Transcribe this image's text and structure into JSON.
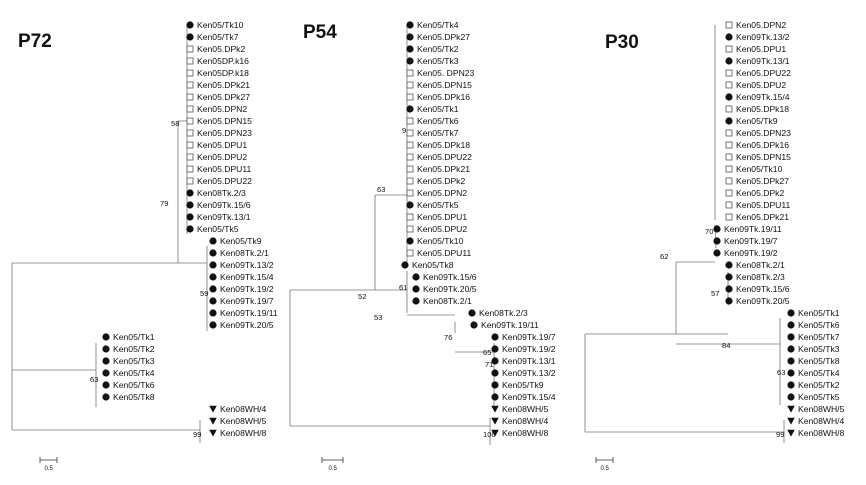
{
  "panels": [
    {
      "id": "P72",
      "title": "P72",
      "leaves": [
        {
          "label": "Ken05/Tk10",
          "marker": "circle"
        },
        {
          "label": "Ken05/Tk7",
          "marker": "circle"
        },
        {
          "label": "Ken05.DPk2",
          "marker": "square"
        },
        {
          "label": "Ken05DP.k16",
          "marker": "square"
        },
        {
          "label": "Ken05DP.k18",
          "marker": "square"
        },
        {
          "label": "Ken05.DPk21",
          "marker": "square"
        },
        {
          "label": "Ken05.DPk27",
          "marker": "square"
        },
        {
          "label": "Ken05.DPN2",
          "marker": "square"
        },
        {
          "label": "Ken05.DPN15",
          "marker": "square"
        },
        {
          "label": "Ken05.DPN23",
          "marker": "square"
        },
        {
          "label": "Ken05.DPU1",
          "marker": "square"
        },
        {
          "label": "Ken05.DPU2",
          "marker": "square"
        },
        {
          "label": "Ken05.DPU11",
          "marker": "square"
        },
        {
          "label": "Ken05.DPU22",
          "marker": "square"
        },
        {
          "label": "Ken08Tk.2/3",
          "marker": "circle"
        },
        {
          "label": "Ken09Tk.15/6",
          "marker": "circle"
        },
        {
          "label": "Ken09Tk.13/1",
          "marker": "circle"
        },
        {
          "label": "Ken05/Tk5",
          "marker": "circle"
        },
        {
          "label": "Ken05/Tk9",
          "marker": "circle"
        },
        {
          "label": "Ken08Tk.2/1",
          "marker": "circle"
        },
        {
          "label": "Ken09Tk.13/2",
          "marker": "circle"
        },
        {
          "label": "Ken09Tk.15/4",
          "marker": "circle"
        },
        {
          "label": "Ken09Tk.19/2",
          "marker": "circle"
        },
        {
          "label": "Ken09Tk.19/7",
          "marker": "circle"
        },
        {
          "label": "Ken09Tk.19/11",
          "marker": "circle"
        },
        {
          "label": "Ken09Tk.20/5",
          "marker": "circle"
        },
        {
          "label": "Ken05/Tk1",
          "marker": "circle"
        },
        {
          "label": "Ken05/Tk2",
          "marker": "circle"
        },
        {
          "label": "Ken05/Tk3",
          "marker": "circle"
        },
        {
          "label": "Ken05/Tk4",
          "marker": "circle"
        },
        {
          "label": "Ken05/Tk6",
          "marker": "circle"
        },
        {
          "label": "Ken05/Tk8",
          "marker": "circle"
        },
        {
          "label": "Ken08WH/4",
          "marker": "triangle"
        },
        {
          "label": "Ken08WH/5",
          "marker": "triangle"
        },
        {
          "label": "Ken08WH/8",
          "marker": "triangle"
        }
      ],
      "bootstrap": [
        "58",
        "79",
        "59",
        "63",
        "99"
      ],
      "scale_label": "0.5"
    },
    {
      "id": "P54",
      "title": "P54",
      "leaves": [
        {
          "label": "Ken05/Tk4",
          "marker": "circle"
        },
        {
          "label": "Ken05.DPk27",
          "marker": "circle"
        },
        {
          "label": "Ken05/Tk2",
          "marker": "circle"
        },
        {
          "label": "Ken05/Tk3",
          "marker": "circle"
        },
        {
          "label": "Ken05. DPN23",
          "marker": "square"
        },
        {
          "label": "Ken05.DPN15",
          "marker": "square"
        },
        {
          "label": "Ken05.DPk16",
          "marker": "square"
        },
        {
          "label": "Ken05/Tk1",
          "marker": "circle"
        },
        {
          "label": "Ken05/Tk6",
          "marker": "square"
        },
        {
          "label": "Ken05/Tk7",
          "marker": "square"
        },
        {
          "label": "Ken05.DPk18",
          "marker": "square"
        },
        {
          "label": "Ken05.DPU22",
          "marker": "square"
        },
        {
          "label": "Ken05.DPk21",
          "marker": "square"
        },
        {
          "label": "Ken05.DPk2",
          "marker": "square"
        },
        {
          "label": "Ken05.DPN2",
          "marker": "square"
        },
        {
          "label": "Ken05/Tk5",
          "marker": "circle"
        },
        {
          "label": "Ken05.DPU1",
          "marker": "square"
        },
        {
          "label": "Ken05.DPU2",
          "marker": "square"
        },
        {
          "label": "Ken05/Tk10",
          "marker": "circle"
        },
        {
          "label": "Ken05.DPU11",
          "marker": "square"
        },
        {
          "label": "Ken05/Tk8",
          "marker": "circle"
        },
        {
          "label": "Ken09Tk.15/6",
          "marker": "circle"
        },
        {
          "label": "Ken09Tk.20/5",
          "marker": "circle"
        },
        {
          "label": "Ken08Tk.2/1",
          "marker": "circle"
        },
        {
          "label": "Ken08Tk.2/3",
          "marker": "circle"
        },
        {
          "label": "Ken09Tk.19/11",
          "marker": "circle"
        },
        {
          "label": "Ken09Tk.19/7",
          "marker": "circle"
        },
        {
          "label": "Ken09Tk.19/2",
          "marker": "circle"
        },
        {
          "label": "Ken09Tk.13/1",
          "marker": "circle"
        },
        {
          "label": "Ken09Tk.13/2",
          "marker": "circle"
        },
        {
          "label": "Ken05/Tk9",
          "marker": "circle"
        },
        {
          "label": "Ken09Tk.15/4",
          "marker": "circle"
        },
        {
          "label": "Ken08WH/5",
          "marker": "triangle"
        },
        {
          "label": "Ken08WH/4",
          "marker": "triangle"
        },
        {
          "label": "Ken08WH/8",
          "marker": "triangle"
        }
      ],
      "bootstrap": [
        "9",
        "63",
        "61",
        "52",
        "53",
        "76",
        "65",
        "71",
        "100"
      ],
      "scale_label": "0.5"
    },
    {
      "id": "P30",
      "title": "P30",
      "leaves": [
        {
          "label": "Ken05.DPN2",
          "marker": "square"
        },
        {
          "label": "Ken09Tk.13/2",
          "marker": "circle"
        },
        {
          "label": "Ken05.DPU1",
          "marker": "square"
        },
        {
          "label": "Ken09Tk.13/1",
          "marker": "circle"
        },
        {
          "label": "Ken05.DPU22",
          "marker": "square"
        },
        {
          "label": "Ken05.DPU2",
          "marker": "square"
        },
        {
          "label": "Ken09Tk.15/4",
          "marker": "circle"
        },
        {
          "label": "Ken05.DPk18",
          "marker": "square"
        },
        {
          "label": "Ken05/Tk9",
          "marker": "circle"
        },
        {
          "label": "Ken05.DPN23",
          "marker": "square"
        },
        {
          "label": "Ken05.DPk16",
          "marker": "square"
        },
        {
          "label": "Ken05.DPN15",
          "marker": "square"
        },
        {
          "label": "Ken05/Tk10",
          "marker": "square"
        },
        {
          "label": "Ken05.DPk27",
          "marker": "square"
        },
        {
          "label": "Ken05.DPk2",
          "marker": "square"
        },
        {
          "label": "Ken05.DPU11",
          "marker": "square"
        },
        {
          "label": "Ken05.DPk21",
          "marker": "square"
        },
        {
          "label": "Ken09Tk.19/11",
          "marker": "circle"
        },
        {
          "label": "Ken09Tk.19/7",
          "marker": "circle"
        },
        {
          "label": "Ken09Tk.19/2",
          "marker": "circle"
        },
        {
          "label": "Ken08Tk.2/1",
          "marker": "circle"
        },
        {
          "label": "Ken08Tk.2/3",
          "marker": "circle"
        },
        {
          "label": "Ken09Tk.15/6",
          "marker": "circle"
        },
        {
          "label": "Ken09Tk.20/5",
          "marker": "circle"
        },
        {
          "label": "Ken05/Tk1",
          "marker": "circle"
        },
        {
          "label": "Ken05/Tk6",
          "marker": "circle"
        },
        {
          "label": "Ken05/Tk7",
          "marker": "circle"
        },
        {
          "label": "Ken05/Tk3",
          "marker": "circle"
        },
        {
          "label": "Ken05/Tk8",
          "marker": "circle"
        },
        {
          "label": "Ken05/Tk4",
          "marker": "circle"
        },
        {
          "label": "Ken05/Tk2",
          "marker": "circle"
        },
        {
          "label": "Ken05/Tk5",
          "marker": "circle"
        },
        {
          "label": "Ken08WH/5",
          "marker": "triangle"
        },
        {
          "label": "Ken08WH/4",
          "marker": "triangle"
        },
        {
          "label": "Ken08WH/8",
          "marker": "triangle"
        }
      ],
      "bootstrap": [
        "70",
        "62",
        "57",
        "84",
        "63",
        "99"
      ],
      "scale_label": "0.5"
    }
  ]
}
